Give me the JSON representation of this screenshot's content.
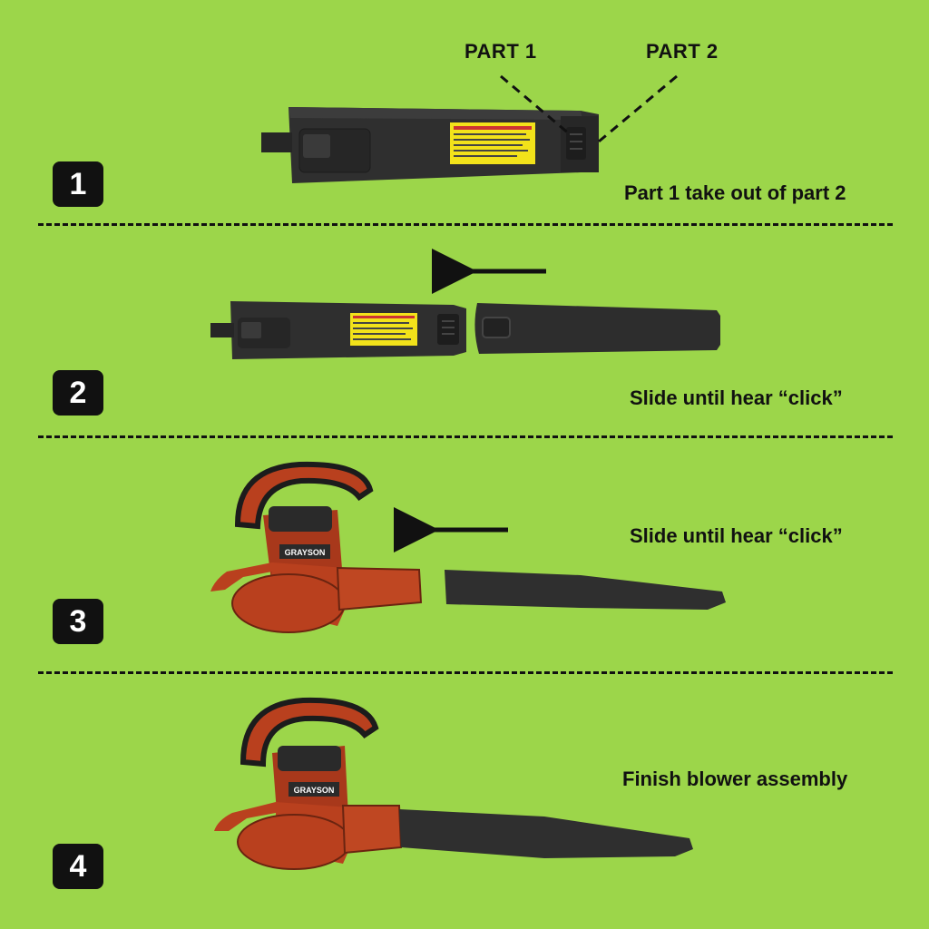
{
  "labels": {
    "part1": "PART 1",
    "part2": "PART 2"
  },
  "steps": [
    {
      "number": "1",
      "caption": "Part 1 take out of part 2"
    },
    {
      "number": "2",
      "caption": "Slide until hear “click”"
    },
    {
      "number": "3",
      "caption": "Slide until hear “click”"
    },
    {
      "number": "4",
      "caption": "Finish blower assembly"
    }
  ],
  "brand": "GRAYSON",
  "colors": {
    "background": "#9cd64a",
    "tube": "#2e2e2e",
    "label_yellow": "#f2e21a",
    "blower_body": "#b9401e",
    "ink": "#111111"
  }
}
